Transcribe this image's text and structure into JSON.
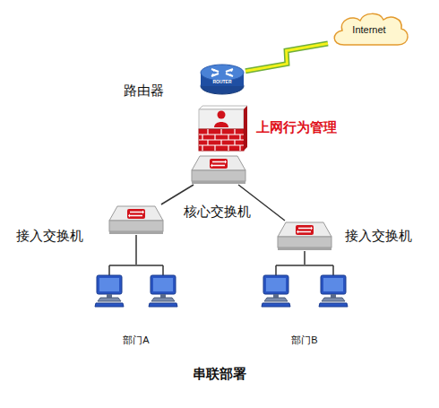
{
  "diagram": {
    "caption": "串联部署",
    "nodes": [
      {
        "text": [
          "Internet"
        ]
      },
      {
        "text": [
          "路由器",
          "ROUTER"
        ]
      },
      {
        "text": [
          "上网行为管理"
        ]
      },
      {
        "text": [
          "核心交换机"
        ]
      },
      {
        "text": [
          "接入交换机"
        ]
      },
      {
        "text": [
          "接入交换机"
        ]
      },
      {
        "text": [
          "部门A"
        ]
      },
      {
        "text": [
          "部门B"
        ]
      }
    ],
    "edges": [
      {
        "from": 1,
        "to": 0,
        "arrow": "none"
      },
      {
        "from": 3,
        "to": 4,
        "arrow": "none"
      },
      {
        "from": 3,
        "to": 5,
        "arrow": "none"
      },
      {
        "from": 4,
        "to": 6,
        "arrow": "none"
      },
      {
        "from": 5,
        "to": 7,
        "arrow": "none"
      }
    ]
  }
}
